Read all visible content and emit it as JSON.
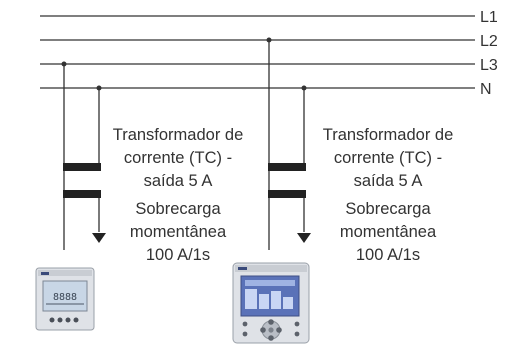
{
  "bus_lines": [
    {
      "label": "L1"
    },
    {
      "label": "L2"
    },
    {
      "label": "L3"
    },
    {
      "label": "N"
    }
  ],
  "transformers": [
    {
      "name_lines": [
        "Transformador de",
        "corrente (TC) -",
        "saída 5 A"
      ],
      "overload_lines": [
        "Sobrecarga",
        "momentânea",
        "100 A/1s"
      ]
    },
    {
      "name_lines": [
        "Transformador de",
        "corrente (TC) -",
        "saída 5 A"
      ],
      "overload_lines": [
        "Sobrecarga",
        "momentânea",
        "100 A/1s"
      ]
    }
  ],
  "colors": {
    "line": "#333333",
    "device_body": "#dfe2e7",
    "device_screen_small": "#c8d6e6",
    "device_screen_large": "#5a72b8"
  },
  "icons": [
    "digital-multimeter-small",
    "power-quality-analyzer-large"
  ]
}
